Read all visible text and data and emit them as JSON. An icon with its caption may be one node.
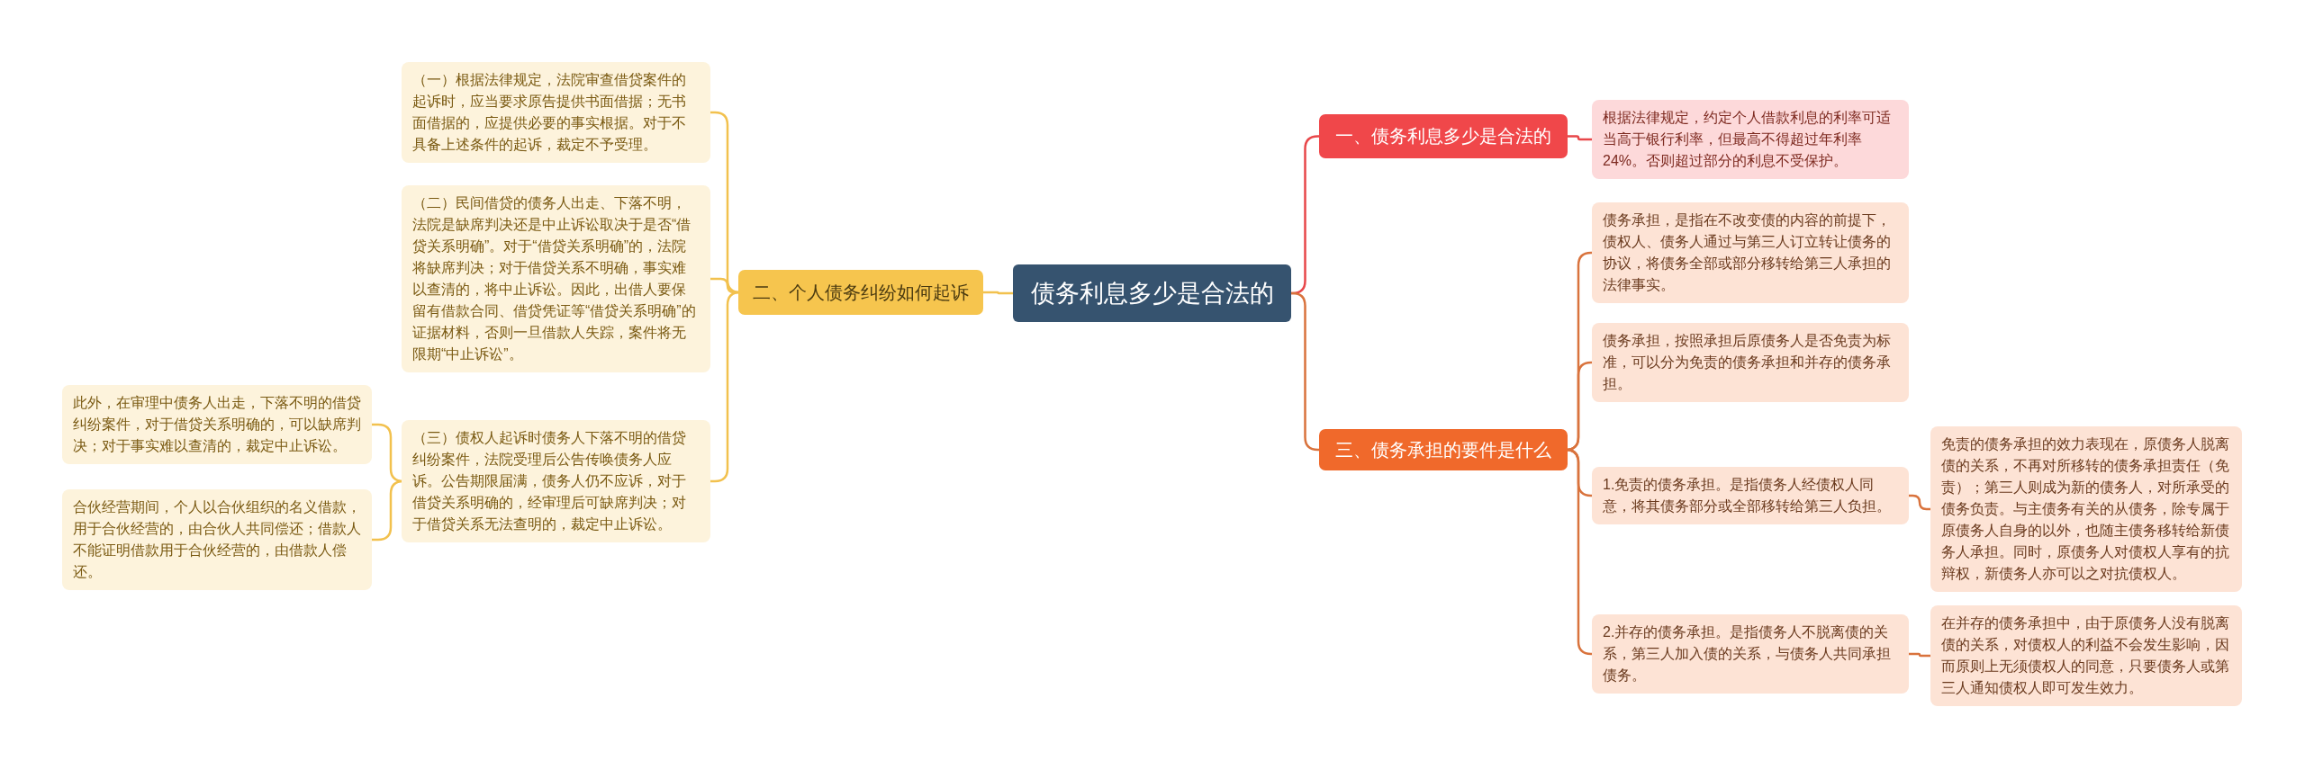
{
  "diagram": {
    "nodes": [
      {
        "text": [
          "债务利息多少是合法的"
        ]
      },
      {
        "text": [
          "一、债务利息多少是合法的"
        ]
      },
      {
        "text": [
          "根据法律规定，约定个人借款利息的利率可适当高于银行利率，但最高不得超过年利率24%。否则超过部分的利息不受保护。"
        ]
      },
      {
        "text": [
          "三、债务承担的要件是什么"
        ]
      },
      {
        "text": [
          "债务承担，是指在不改变债的内容的前提下，债权人、债务人通过与第三人订立转让债务的协议，将债务全部或部分移转给第三人承担的法律事实。"
        ]
      },
      {
        "text": [
          "债务承担，按照承担后原债务人是否免责为标准，可以分为免责的债务承担和并存的债务承担。"
        ]
      },
      {
        "text": [
          "1.免责的债务承担。是指债务人经债权人同意，将其债务部分或全部移转给第三人负担。"
        ]
      },
      {
        "text": [
          "免责的债务承担的效力表现在，原债务人脱离债的关系，不再对所移转的债务承担责任（免责）；第三人则成为新的债务人，对所承受的债务负责。与主债务有关的从债务，除专属于原债务人自身的以外，也随主债务移转给新债务人承担。同时，原债务人对债权人享有的抗辩权，新债务人亦可以之对抗债权人。"
        ]
      },
      {
        "text": [
          "2.并存的债务承担。是指债务人不脱离债的关系，第三人加入债的关系，与债务人共同承担债务。"
        ]
      },
      {
        "text": [
          "在并存的债务承担中，由于原债务人没有脱离债的关系，对债权人的利益不会发生影响，因而原则上无须债权人的同意，只要债务人或第三人通知债权人即可发生效力。"
        ]
      },
      {
        "text": [
          "二、个人债务纠纷如何起诉"
        ]
      },
      {
        "text": [
          "（一）根据法律规定，法院审查借贷案件的起诉时，应当要求原告提供书面借据；无书面借据的，应提供必要的事实根据。对于不具备上述条件的起诉，裁定不予受理。"
        ]
      },
      {
        "text": [
          "（二）民间借贷的债务人出走、下落不明，法院是缺席判决还是中止诉讼取决于是否“借贷关系明确”。对于“借贷关系明确”的，法院将缺席判决；对于借贷关系不明确，事实难以查清的，将中止诉讼。因此，出借人要保留有借款合同、借贷凭证等“借贷关系明确”的证据材料，否则一旦借款人失踪，案件将无限期“中止诉讼”。"
        ]
      },
      {
        "text": [
          "（三）债权人起诉时债务人下落不明的借贷纠纷案件，法院受理后公告传唤债务人应诉。公告期限届满，债务人仍不应诉，对于借贷关系明确的，经审理后可缺席判决；对于借贷关系无法查明的，裁定中止诉讼。"
        ]
      },
      {
        "text": [
          "此外，在审理中债务人出走，下落不明的借贷纠纷案件，对于借贷关系明确的，可以缺席判决；对于事实难以查清的，裁定中止诉讼。"
        ]
      },
      {
        "text": [
          "合伙经营期间，个人以合伙组织的名义借款，用于合伙经营的，由合伙人共同偿还；借款人不能证明借款用于合伙经营的，由借款人偿还。"
        ]
      }
    ],
    "edges": [
      {
        "from": 0,
        "to": 1,
        "arrow": "none",
        "color": "#e8474a"
      },
      {
        "from": 1,
        "to": 2,
        "arrow": "none",
        "color": "#e8474a"
      },
      {
        "from": 0,
        "to": 3,
        "arrow": "none"
      },
      {
        "from": 3,
        "to": 4,
        "arrow": "none"
      },
      {
        "from": 3,
        "to": 5,
        "arrow": "none"
      },
      {
        "from": 3,
        "to": 6,
        "arrow": "none"
      },
      {
        "from": 6,
        "to": 7,
        "arrow": "none"
      },
      {
        "from": 3,
        "to": 8,
        "arrow": "none"
      },
      {
        "from": 8,
        "to": 9,
        "arrow": "none"
      },
      {
        "from": 0,
        "to": 10,
        "arrow": "none",
        "color": "#f2c14e"
      },
      {
        "from": 10,
        "to": 11,
        "arrow": "none",
        "color": "#f2c14e"
      },
      {
        "from": 10,
        "to": 12,
        "arrow": "none",
        "color": "#f2c14e"
      },
      {
        "from": 10,
        "to": 13,
        "arrow": "none",
        "color": "#f2c14e"
      },
      {
        "from": 13,
        "to": 14,
        "arrow": "none",
        "color": "#f2c14e"
      },
      {
        "from": 13,
        "to": 15,
        "arrow": "none",
        "color": "#f2c14e"
      }
    ]
  }
}
